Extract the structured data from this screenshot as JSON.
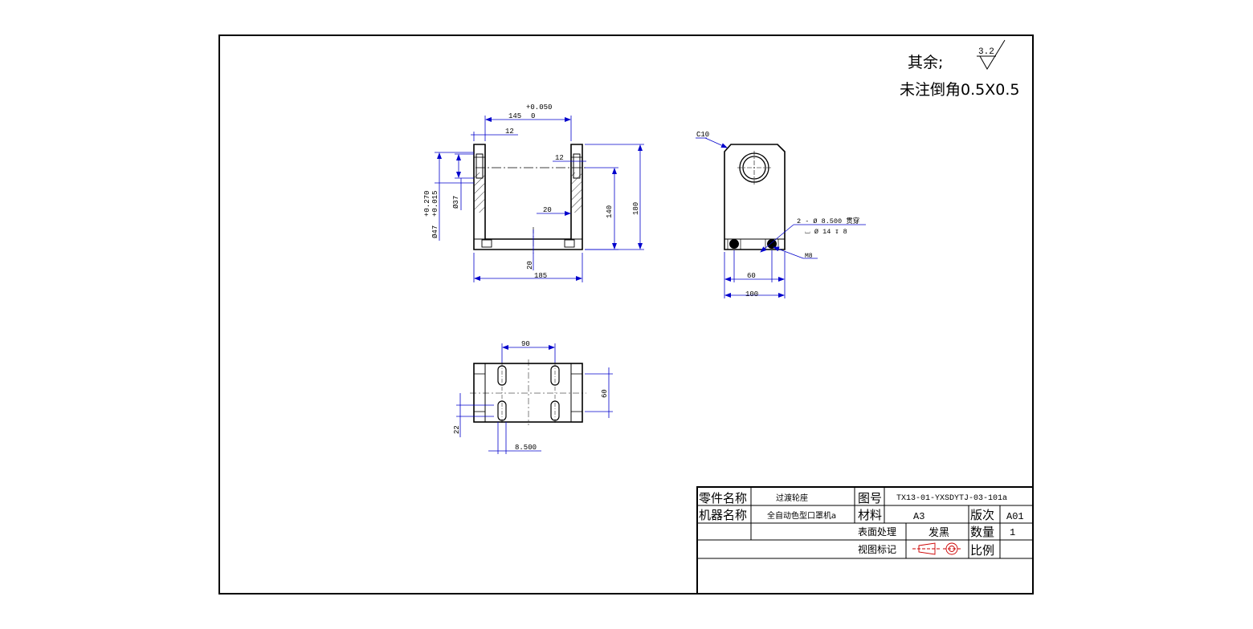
{
  "notes": {
    "surface_rest_label": "其余;",
    "surface_rest_value": "3.2",
    "chamfer_note": "未注倒角0.5X0.5"
  },
  "front_view": {
    "dim_top_width": "145",
    "dim_top_tol_upper": "+0.050",
    "dim_top_tol_lower": "0",
    "dim_left_wall": "12",
    "dim_right_wall": "12",
    "dim_inner_base": "20",
    "dim_base_thickness": "20",
    "dim_overall_width": "185",
    "dim_inner_height": "140",
    "dim_overall_height": "180",
    "dim_bore_37": "Ø37",
    "dim_bore_47": "Ø47",
    "dim_bore_tol_upper": "+0.270",
    "dim_bore_tol_lower": "+0.015"
  },
  "side_view": {
    "chamfer_label": "C10",
    "hole_note_line1": "2 - Ø 8.500 贯穿",
    "hole_note_line2": "⌴ Ø 14 ↧ 8",
    "thread_label": "M8",
    "dim_60": "60",
    "dim_100": "100"
  },
  "top_view": {
    "dim_90": "90",
    "dim_60": "60",
    "dim_22": "22",
    "dim_8_5": "8.500"
  },
  "title_block": {
    "part_name_label": "零件名称",
    "part_name_value": "过渡轮座",
    "drawing_no_label": "图号",
    "drawing_no_value": "TX13-01-YXSDYTJ-03-101a",
    "machine_name_label": "机器名称",
    "machine_name_value": "全自动色型口罩机a",
    "material_label": "材料",
    "material_value": "A3",
    "revision_label": "版次",
    "revision_value": "A01",
    "surface_label": "表面处理",
    "surface_value": "发黑",
    "quantity_label": "数量",
    "quantity_value": "1",
    "view_mark_label": "视图标记",
    "scale_label": "比例",
    "scale_value": ""
  }
}
